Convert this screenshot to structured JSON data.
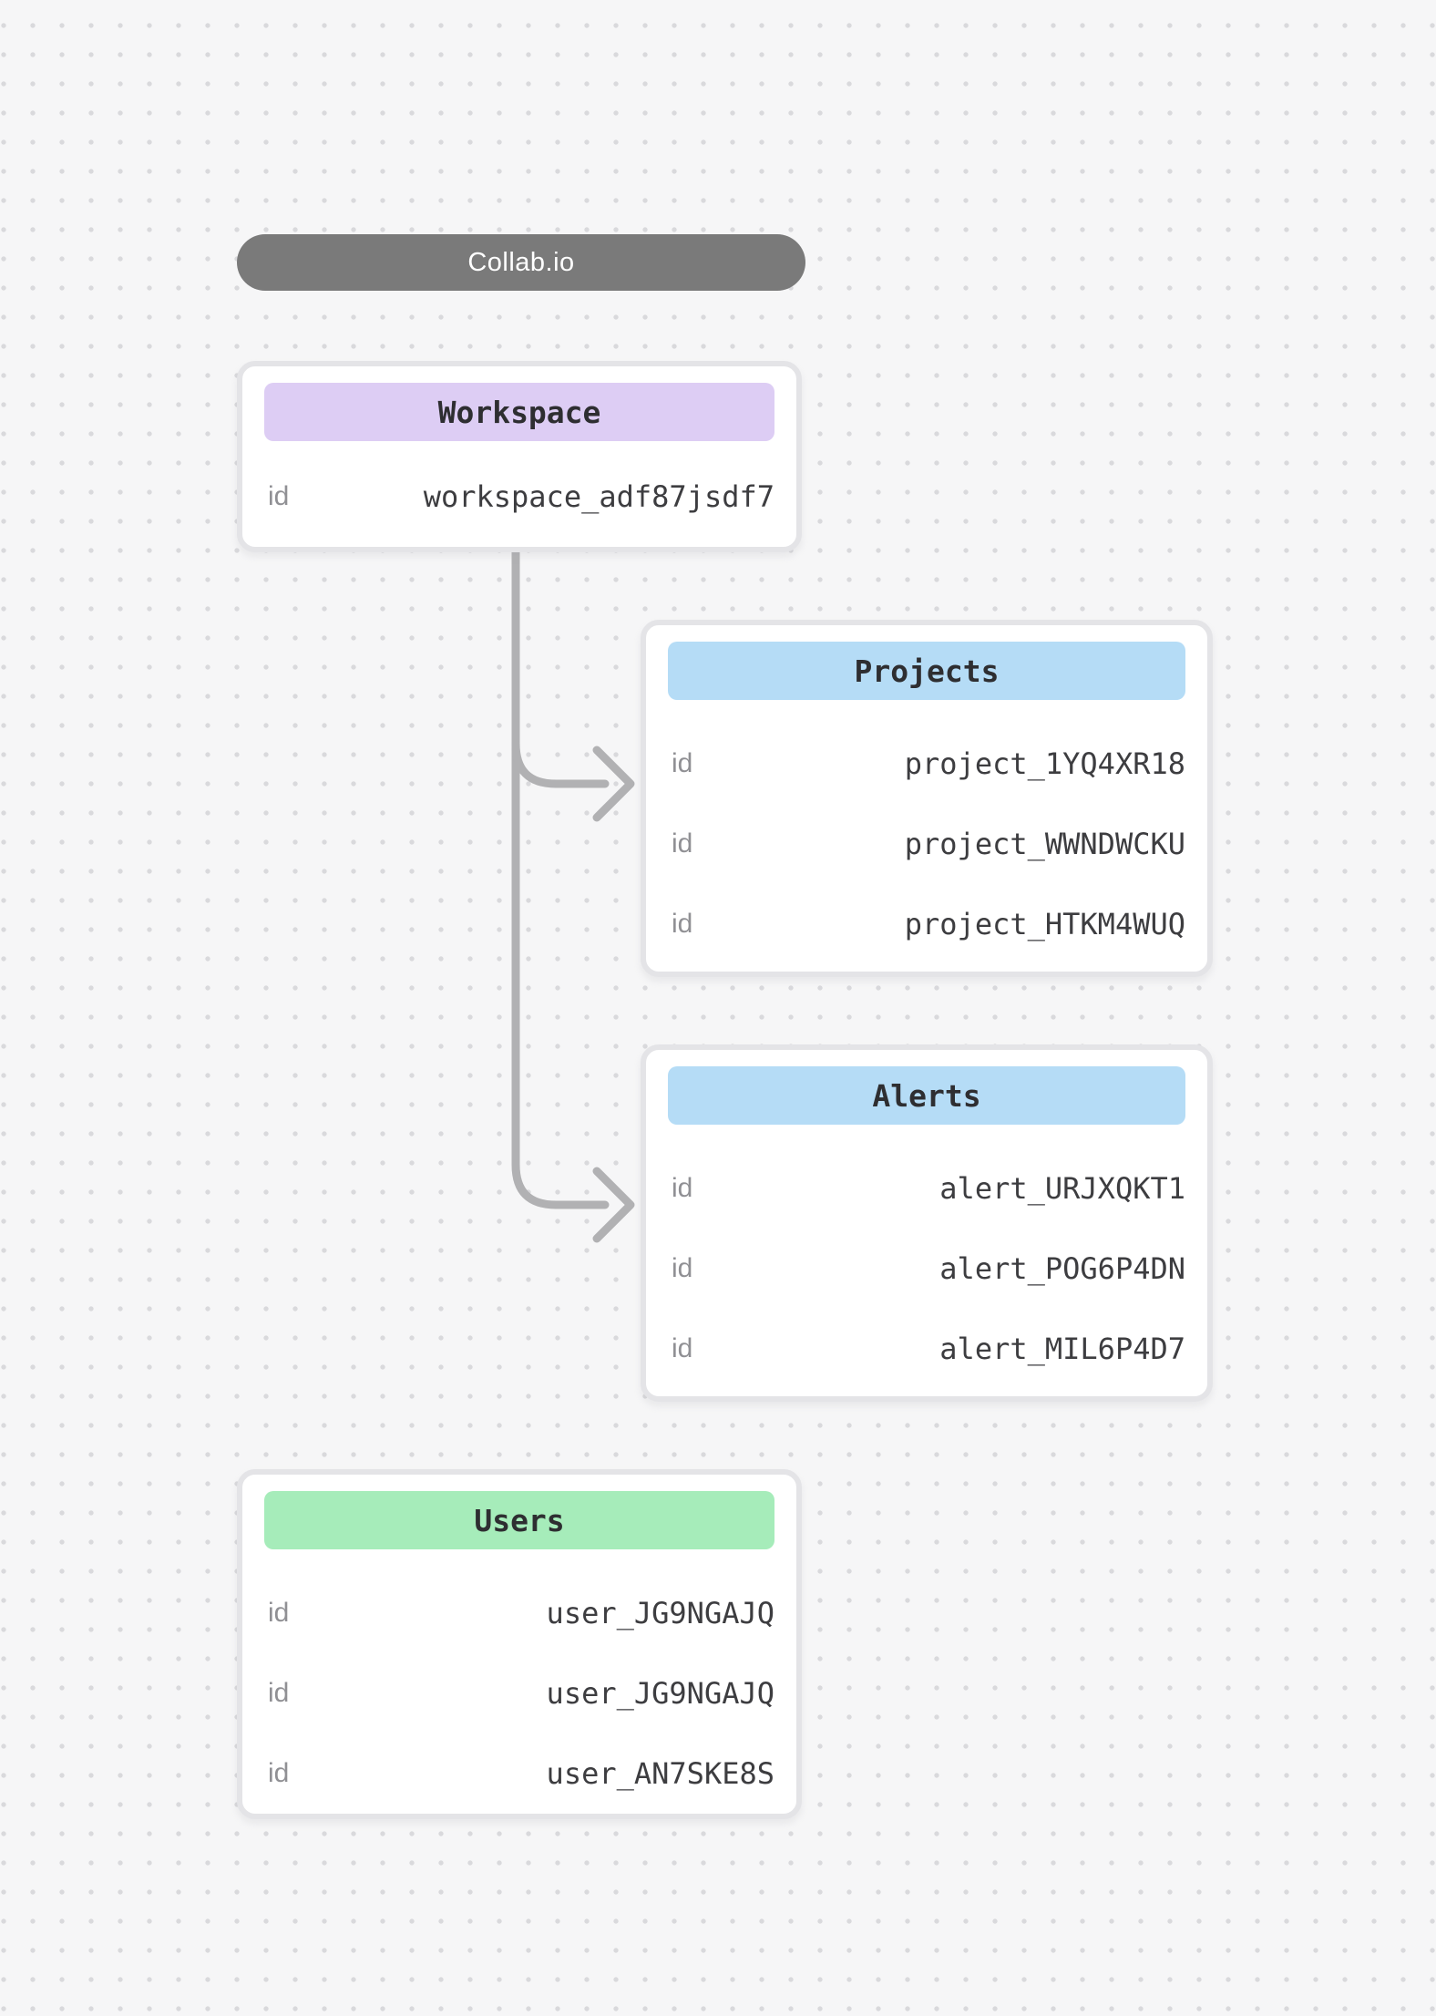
{
  "app": {
    "title": "Collab.io"
  },
  "colors": {
    "canvas_bg": "#f6f6f7",
    "dot_grid": "#d9d9dc",
    "pill_bg": "#7a7a7a",
    "pill_text": "#ffffff",
    "card_border": "#e4e4e7",
    "accent_purple": "#ddcdf4",
    "accent_blue": "#b5dcf6",
    "accent_green": "#a6ecba",
    "connector": "#b1b1b3",
    "label_text": "#909094",
    "value_text": "#3d3d40"
  },
  "nodes": [
    {
      "key": "workspace",
      "title": "Workspace",
      "accent": "#ddcdf4",
      "rows": [
        {
          "label": "id",
          "value": "workspace_adf87jsdf7"
        }
      ]
    },
    {
      "key": "projects",
      "title": "Projects",
      "accent": "#b5dcf6",
      "rows": [
        {
          "label": "id",
          "value": "project_1YQ4XR18"
        },
        {
          "label": "id",
          "value": "project_WWNDWCKU"
        },
        {
          "label": "id",
          "value": "project_HTKM4WUQ"
        }
      ]
    },
    {
      "key": "alerts",
      "title": "Alerts",
      "accent": "#b5dcf6",
      "rows": [
        {
          "label": "id",
          "value": "alert_URJXQKT1"
        },
        {
          "label": "id",
          "value": "alert_POG6P4DN"
        },
        {
          "label": "id",
          "value": "alert_MIL6P4D7"
        }
      ]
    },
    {
      "key": "users",
      "title": "Users",
      "accent": "#a6ecba",
      "rows": [
        {
          "label": "id",
          "value": "user_JG9NGAJQ"
        },
        {
          "label": "id",
          "value": "user_JG9NGAJQ"
        },
        {
          "label": "id",
          "value": "user_AN7SKE8S"
        }
      ]
    }
  ],
  "edges": [
    {
      "from": "workspace",
      "to": "projects"
    },
    {
      "from": "workspace",
      "to": "alerts"
    }
  ]
}
